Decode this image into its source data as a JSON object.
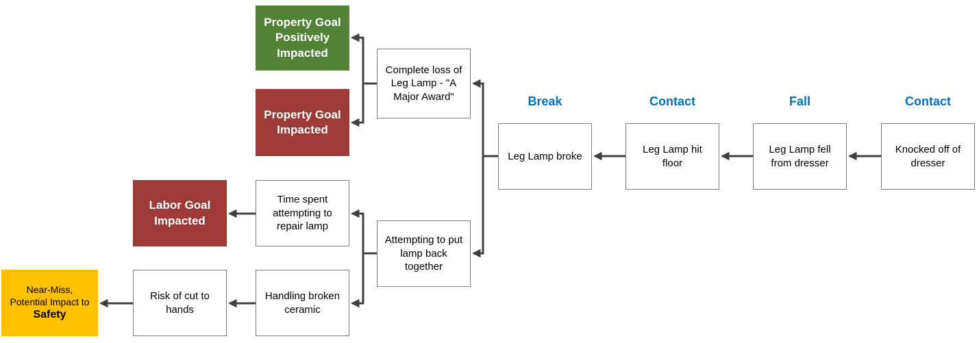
{
  "diagram": {
    "kind": "cause-map flowchart",
    "colors": {
      "positive_goal_fill": "#538135",
      "impacted_goal_fill": "#9E3B38",
      "near_miss_fill": "#FFC000",
      "phase_label_text": "#0070C0",
      "connector": "#404040",
      "node_border": "#7F7F7F"
    },
    "phases": {
      "break": "Break",
      "contact1": "Contact",
      "fall": "Fall",
      "contact2": "Contact"
    },
    "nodes": {
      "complete_loss": "Complete loss of Leg Lamp - \"A Major Award\"",
      "leg_lamp_broke": "Leg Lamp broke",
      "leg_lamp_hit_floor": "Leg Lamp hit floor",
      "leg_lamp_fell": "Leg Lamp fell from dresser",
      "knocked_off": "Knocked off of dresser",
      "time_spent": "Time spent attempting to repair lamp",
      "attempting": "Attempting to put lamp back together",
      "risk_of_cut": "Risk of cut to hands",
      "handling_ceramic": "Handling broken ceramic"
    },
    "outcomes": {
      "property_positive": "Property Goal Positively Impacted",
      "property_impacted": "Property Goal Impacted",
      "labor_impacted": "Labor Goal Impacted",
      "near_miss": {
        "line1": "Near-Miss,",
        "line2": "Potential Impact to",
        "emphasis": "Safety"
      }
    },
    "edges": [
      {
        "from": "knocked_off",
        "to": "leg_lamp_fell"
      },
      {
        "from": "leg_lamp_fell",
        "to": "leg_lamp_hit_floor"
      },
      {
        "from": "leg_lamp_hit_floor",
        "to": "leg_lamp_broke"
      },
      {
        "from": "leg_lamp_broke",
        "to": "complete_loss"
      },
      {
        "from": "leg_lamp_broke",
        "to": "attempting"
      },
      {
        "from": "complete_loss",
        "to": "property_positive"
      },
      {
        "from": "complete_loss",
        "to": "property_impacted"
      },
      {
        "from": "attempting",
        "to": "time_spent"
      },
      {
        "from": "attempting",
        "to": "handling_ceramic"
      },
      {
        "from": "time_spent",
        "to": "labor_impacted"
      },
      {
        "from": "handling_ceramic",
        "to": "risk_of_cut"
      },
      {
        "from": "risk_of_cut",
        "to": "near_miss"
      }
    ]
  }
}
